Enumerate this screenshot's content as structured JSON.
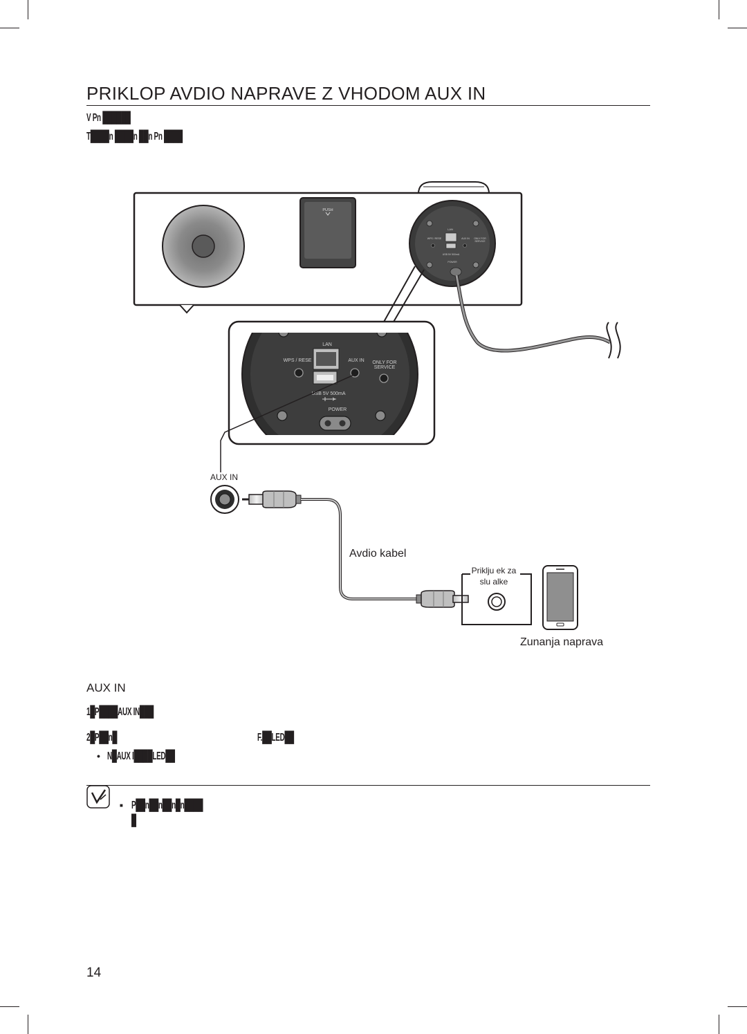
{
  "page": {
    "title": "PRIKLOP AVDIO NAPRAVE Z VHODOM AUX IN",
    "intro_line1": "V Pn ██████",
    "intro_line2": "T████n ████n ██n Pn ████",
    "section_heading": "AUX IN",
    "step1": "1█P████AUX IN███",
    "step2_a": "2█P██n█",
    "step2_b": "F.██LED██",
    "bullet": "N█AUX I████LED██",
    "note_line1": "P██n██n██n█n████",
    "note_line2": "█",
    "page_number": "14"
  },
  "diagram": {
    "push_label": "PUSH",
    "lan": "LAN",
    "wps_reset": "WPS / RESE",
    "aux_in_port": "AUX IN",
    "only_for": "ONLY FOR",
    "service": "SERVICE",
    "usb": "USB 5V 500mA",
    "power": "POWER",
    "aux_in_jack": "AUX IN",
    "cable_label": "Avdio kabel",
    "headphone_label_1": "Priklju ek za",
    "headphone_label_2": "slu alke",
    "device_label": "Zunanja naprava"
  },
  "colors": {
    "ink": "#231f20",
    "panel": "#3a3a3a",
    "grey": "#9a9a9a",
    "light_grey": "#c8c8c8"
  }
}
